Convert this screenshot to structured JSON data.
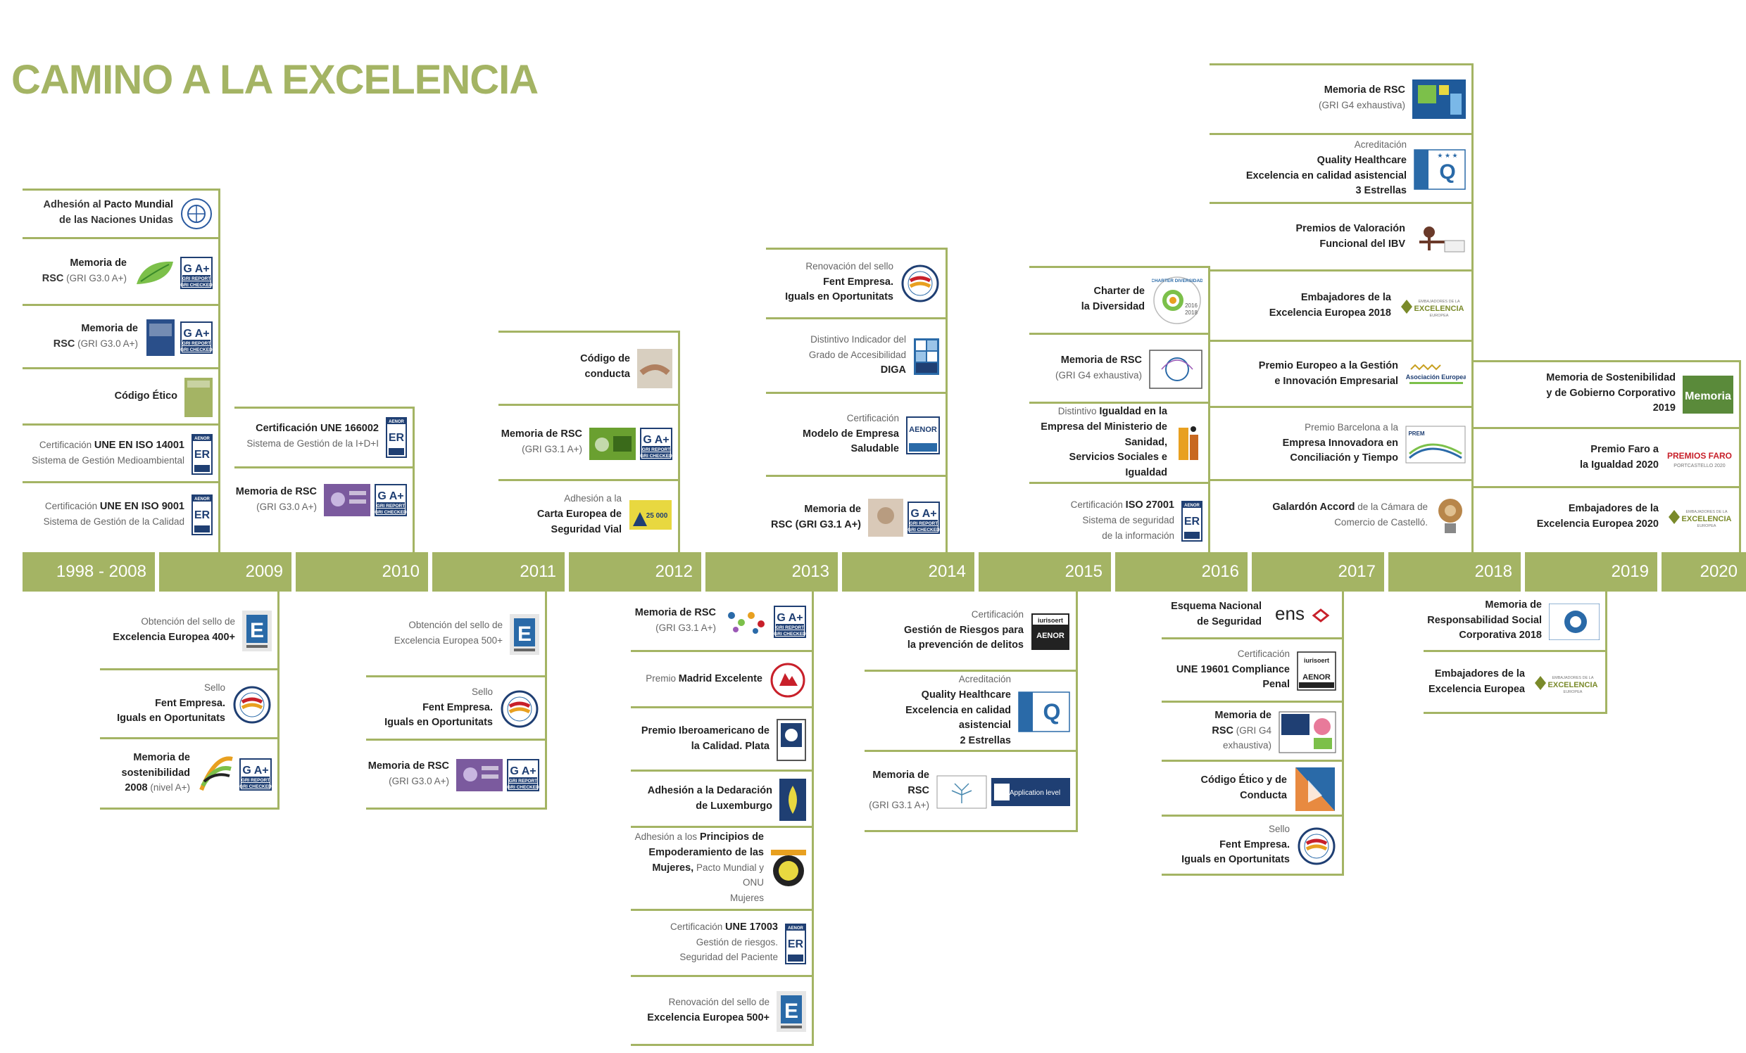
{
  "title": "CAMINO A LA EXCELENCIA",
  "years": [
    "1998 - 2008",
    "2009",
    "2010",
    "2011",
    "2012",
    "2013",
    "2014",
    "2015",
    "2016",
    "2017",
    "2018",
    "2019",
    "2020"
  ],
  "col1998": [
    {
      "l1": "Adhesión al ",
      "b1": "Pacto Mundial",
      "l2": "de las Naciones Unidas"
    },
    {
      "b1": "Memoria de",
      "l2": "RSC",
      "s2": " (GRI G3.0 A+)"
    },
    {
      "b1": "Memoria de",
      "l2": "RSC",
      "s2": " (GRI G3.0 A+)"
    },
    {
      "b1": "Código Ético"
    },
    {
      "s1": "Certificación ",
      "b1": "UNE EN ISO 14001",
      "s2": "Sistema de Gestión Medioambiental"
    },
    {
      "s1": "Certificación ",
      "b1": "UNE EN ISO 9001",
      "s2": "Sistema de Gestión de la Calidad"
    }
  ],
  "col2009up": [
    {
      "b1": "Certificación UNE 166002",
      "s2": "Sistema de Gestión de la I+D+I"
    },
    {
      "b1": "Memoria de RSC",
      "s2": "(GRI G3.0 A+)"
    }
  ],
  "col2009down": [
    {
      "s1": "Obtención del sello de",
      "b2": "Excelencia Europea 400+"
    },
    {
      "s1": "Sello",
      "b2": "Fent Empresa.",
      "b3": "Iguals en Oportunitats"
    },
    {
      "b1": "Memoria de",
      "b2": "sostenibilidad",
      "b3": "2008",
      "s3": " (nivel A+)"
    }
  ],
  "col2011up": [
    {
      "b1": "Código de",
      "b2": "conducta"
    },
    {
      "b1": "Memoria de RSC",
      "s2": "(GRI G3.1 A+)"
    },
    {
      "s1": "Adhesión a la",
      "b2": "Carta Europea de Seguridad Vial"
    }
  ],
  "col2011down": [
    {
      "s1": "Obtención del sello de",
      "s2": "Excelencia Europea 500+"
    },
    {
      "s1": "Sello",
      "b2": "Fent Empresa.",
      "b3": "Iguals en Oportunitats"
    },
    {
      "b1": "Memoria de RSC",
      "s2": "(GRI G3.0 A+)"
    }
  ],
  "col2013up": [
    {
      "s1": "Renovación del sello",
      "b2": "Fent Empresa.",
      "b3": "Iguals en Oportunitats"
    },
    {
      "s1": "Distintivo Indicador del",
      "s2": "Grado de Accesibilidad",
      "b3": "DIGA"
    },
    {
      "s1": "Certificación",
      "b2": "Modelo de Empresa",
      "b3": "Saludable"
    },
    {
      "b1": "Memoria de",
      "b2": "RSC (GRI G3.1 A+)"
    }
  ],
  "col2013down": [
    {
      "b1": "Memoria de RSC",
      "s2": "(GRI G3.1 A+)"
    },
    {
      "s1": "Premio ",
      "b1": "Madrid Excelente"
    },
    {
      "b1": "Premio Iberoamericano de",
      "b2": "la Calidad. Plata"
    },
    {
      "b1": "Adhesión a la Dedaración",
      "b2": "de Luxemburgo"
    },
    {
      "s1": "Adhesión a los ",
      "b1": "Principios de",
      "b2": "Empoderamiento de las",
      "b3": "Mujeres,",
      "s3": " Pacto Mundial y ONU",
      "s4": "Mujeres"
    },
    {
      "s1": "Certificación ",
      "b1": "UNE 17003",
      "s2": "Gestión de riesgos.",
      "s3": "Seguridad del Paciente"
    },
    {
      "s1": "Renovación del sello de",
      "b2": "Excelencia Europea 500+"
    }
  ],
  "col2015up": [
    {
      "b1": "Charter de",
      "b2": "la Diversidad"
    },
    {
      "b1": "Memoria de RSC",
      "s2": "(GRI G4 exhaustiva)"
    },
    {
      "s1": "Distintivo ",
      "b1": "Igualdad en la",
      "b2": "Empresa del Ministerio de Sanidad,",
      "b3": "Servicios Sociales e Igualdad"
    },
    {
      "s1": "Certificación ",
      "b1": "ISO 27001",
      "s2": "Sistema de seguridad",
      "s3": "de la información"
    }
  ],
  "col2015down": [
    {
      "s1": "Certificación",
      "b2": "Gestión de Riesgos para",
      "b3": "la prevención de delitos"
    },
    {
      "s1": "Acreditación",
      "b2": "Quality Healthcare",
      "b3": "Excelencia en calidad asistencial",
      "b4": "2 Estrellas"
    },
    {
      "b1": "Memoria de RSC",
      "s2": "(GRI G3.1 A+)"
    }
  ],
  "col2017up": [
    {
      "b1": "Memoria de RSC",
      "s2": "(GRI G4 exhaustiva)"
    },
    {
      "s1": "Acreditación",
      "b2": "Quality Healthcare",
      "b3": "Excelencia en calidad asistencial",
      "b4": "3 Estrellas"
    },
    {
      "b1": "Premios de Valoración",
      "b2": "Funcional del IBV"
    },
    {
      "b1": "Embajadores de la",
      "b2": "Excelencia Europea 2018"
    },
    {
      "b1": "Premio Europeo a la Gestión",
      "b2": "e Innovación Empresarial"
    },
    {
      "s1": "Premio Barcelona a la",
      "b2": "Empresa Innovadora en",
      "b3": "Conciliación  y Tiempo"
    },
    {
      "b1": "Galardón Accord",
      "s1": " de la Cámara de",
      "s2": "Comercio de Castelló."
    }
  ],
  "col2017down": [
    {
      "b1": "Esquema Nacional",
      "b2": "de Seguridad"
    },
    {
      "s1": "Certificación",
      "b2": "UNE 19601 Compliance Penal"
    },
    {
      "b1": "Memoria de",
      "b2": "RSC",
      "s2": " (GRI G4 exhaustiva)"
    },
    {
      "b1": "Código Ético y de Conducta"
    },
    {
      "s1": "Sello",
      "b2": "Fent Empresa.",
      "b3": "Iguals en Oportunitats"
    }
  ],
  "col2019up": [
    {
      "b1": "Memoria de Sostenibilidad",
      "b2": "y de Gobierno Corporativo",
      "b3": "2019"
    },
    {
      "b1": "Premio Faro a",
      "b2": "la Igualdad 2020"
    },
    {
      "b1": "Embajadores de la",
      "b2": "Excelencia Europea 2020"
    }
  ],
  "col2019down": [
    {
      "b1": "Memoria de",
      "b2": "Responsabilidad Social",
      "b3": "Corporativa 2018"
    },
    {
      "b1": "Embajadores de la",
      "b2": "Excelencia Europea"
    }
  ],
  "logos": {
    "gri_top": "G A+",
    "gri_a": "GRI REPORT",
    "gri_b": "GRI CHECKED",
    "aenor": "AENOR",
    "er": "ER",
    "e": "E",
    "ens": "ens",
    "iuris": "iurisoert",
    "aenor2": "AENOR",
    "charter": "CHARTER DIVERSIDAD",
    "charter_y1": "2016",
    "charter_y2": "2018",
    "premios_faro": "PREMIOS FARO",
    "premios_faro_sub": "PORTCASTELLO 2020",
    "excel": "EXCELENCIA",
    "embaj": "EMBAJADORES DE LA",
    "europea": "EUROPEA",
    "seal25000": "25 000",
    "memoria": "Memoria",
    "prem": "PREM",
    "asoc": "Asociación Europea",
    "app": "Application level"
  },
  "colors": {
    "accent": "#a4b464",
    "text": "#333333",
    "navy": "#1f3f73",
    "blue": "#2a6aa8",
    "red": "#c8202a"
  }
}
